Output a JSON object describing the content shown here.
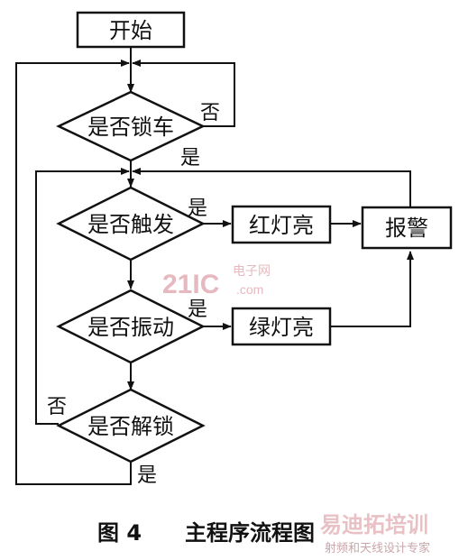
{
  "nodes": {
    "start": "开始",
    "lock_check": "是否锁车",
    "trigger_check": "是否触发",
    "vibration_check": "是否振动",
    "unlock_check": "是否解锁",
    "red_light": "红灯亮",
    "green_light": "绿灯亮",
    "alarm": "报警"
  },
  "edges": {
    "lock_no": "否",
    "lock_yes": "是",
    "trigger_yes": "是",
    "vibration_yes": "是",
    "unlock_no": "否",
    "unlock_yes": "是"
  },
  "caption": {
    "figure": "图 4",
    "title": "主程序流程图"
  },
  "watermarks": {
    "top_brand": "21IC",
    "top_sub": "电子网",
    "top_domain": ".com",
    "bottom_brand": "易迪拓培训",
    "bottom_sub": "射频和天线设计专家"
  }
}
